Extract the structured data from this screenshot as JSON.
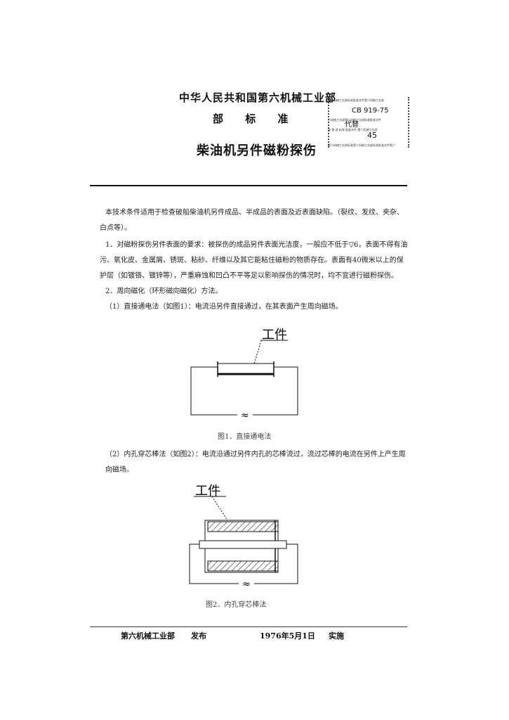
{
  "header": {
    "issuer": "中华人民共和国第六机械工业部",
    "standard_type": "部 标 准",
    "title": "柴油机另件磁粉探伤",
    "code_box": {
      "fine_top_1": "第六机械工业部标准批准文件第六机械工业部",
      "fine_top_2": "六机械工业部第六机械工业部标准批准文件",
      "fine_top_3": "准·第·部·标准·批准文件·第六机械工业部",
      "code": "CB 919-75",
      "replace_label": "代替",
      "replace_number": "45",
      "fine_bottom": "第六机械工业部标准第六机械工业部标准批准文件第六"
    }
  },
  "body": {
    "intro": "本技术条件适用于检查破船柴油机另件成品、半成品的表面及近表面缺陷。（裂纹、发纹、夹杂、白点等）。",
    "item1": "1．对磁粉探伤另件表面的要求：被探伤的成品另件表面光洁度，一般应不低于▽6，表面不得有油污、氧化皮、金属屑、锈斑、粘砂、纤维以及其它能粘住磁粉的物质存在。表面有40微米以上的保护层（如镀铬、镀锌等），严重麻蚀和凹凸不平等足以影响探伤的情况时，均不宜进行磁粉探伤。",
    "item2": "2．周向磁化（环形磁向磁化）方法。",
    "item2_1": "（1）直接通电法（如图1）：电流沿另件直接通过，在其表面产生周向磁场。",
    "item2_2": "（2）内孔穿芯棒法（如图2）：电流沿通过另件内孔的芯棒流过，流过芯棒的电流在另件上产生周向磁场。"
  },
  "figure1": {
    "label": "工件",
    "symbol": "≈",
    "caption": "图1．直接通电法"
  },
  "figure2": {
    "label": "工件",
    "symbol": "≈",
    "caption": "图2．内孔穿芯棒法"
  },
  "footer": {
    "issuer": "第六机械工业部",
    "issued": "发布",
    "date": "1976年5月1日",
    "effective": "实施"
  }
}
